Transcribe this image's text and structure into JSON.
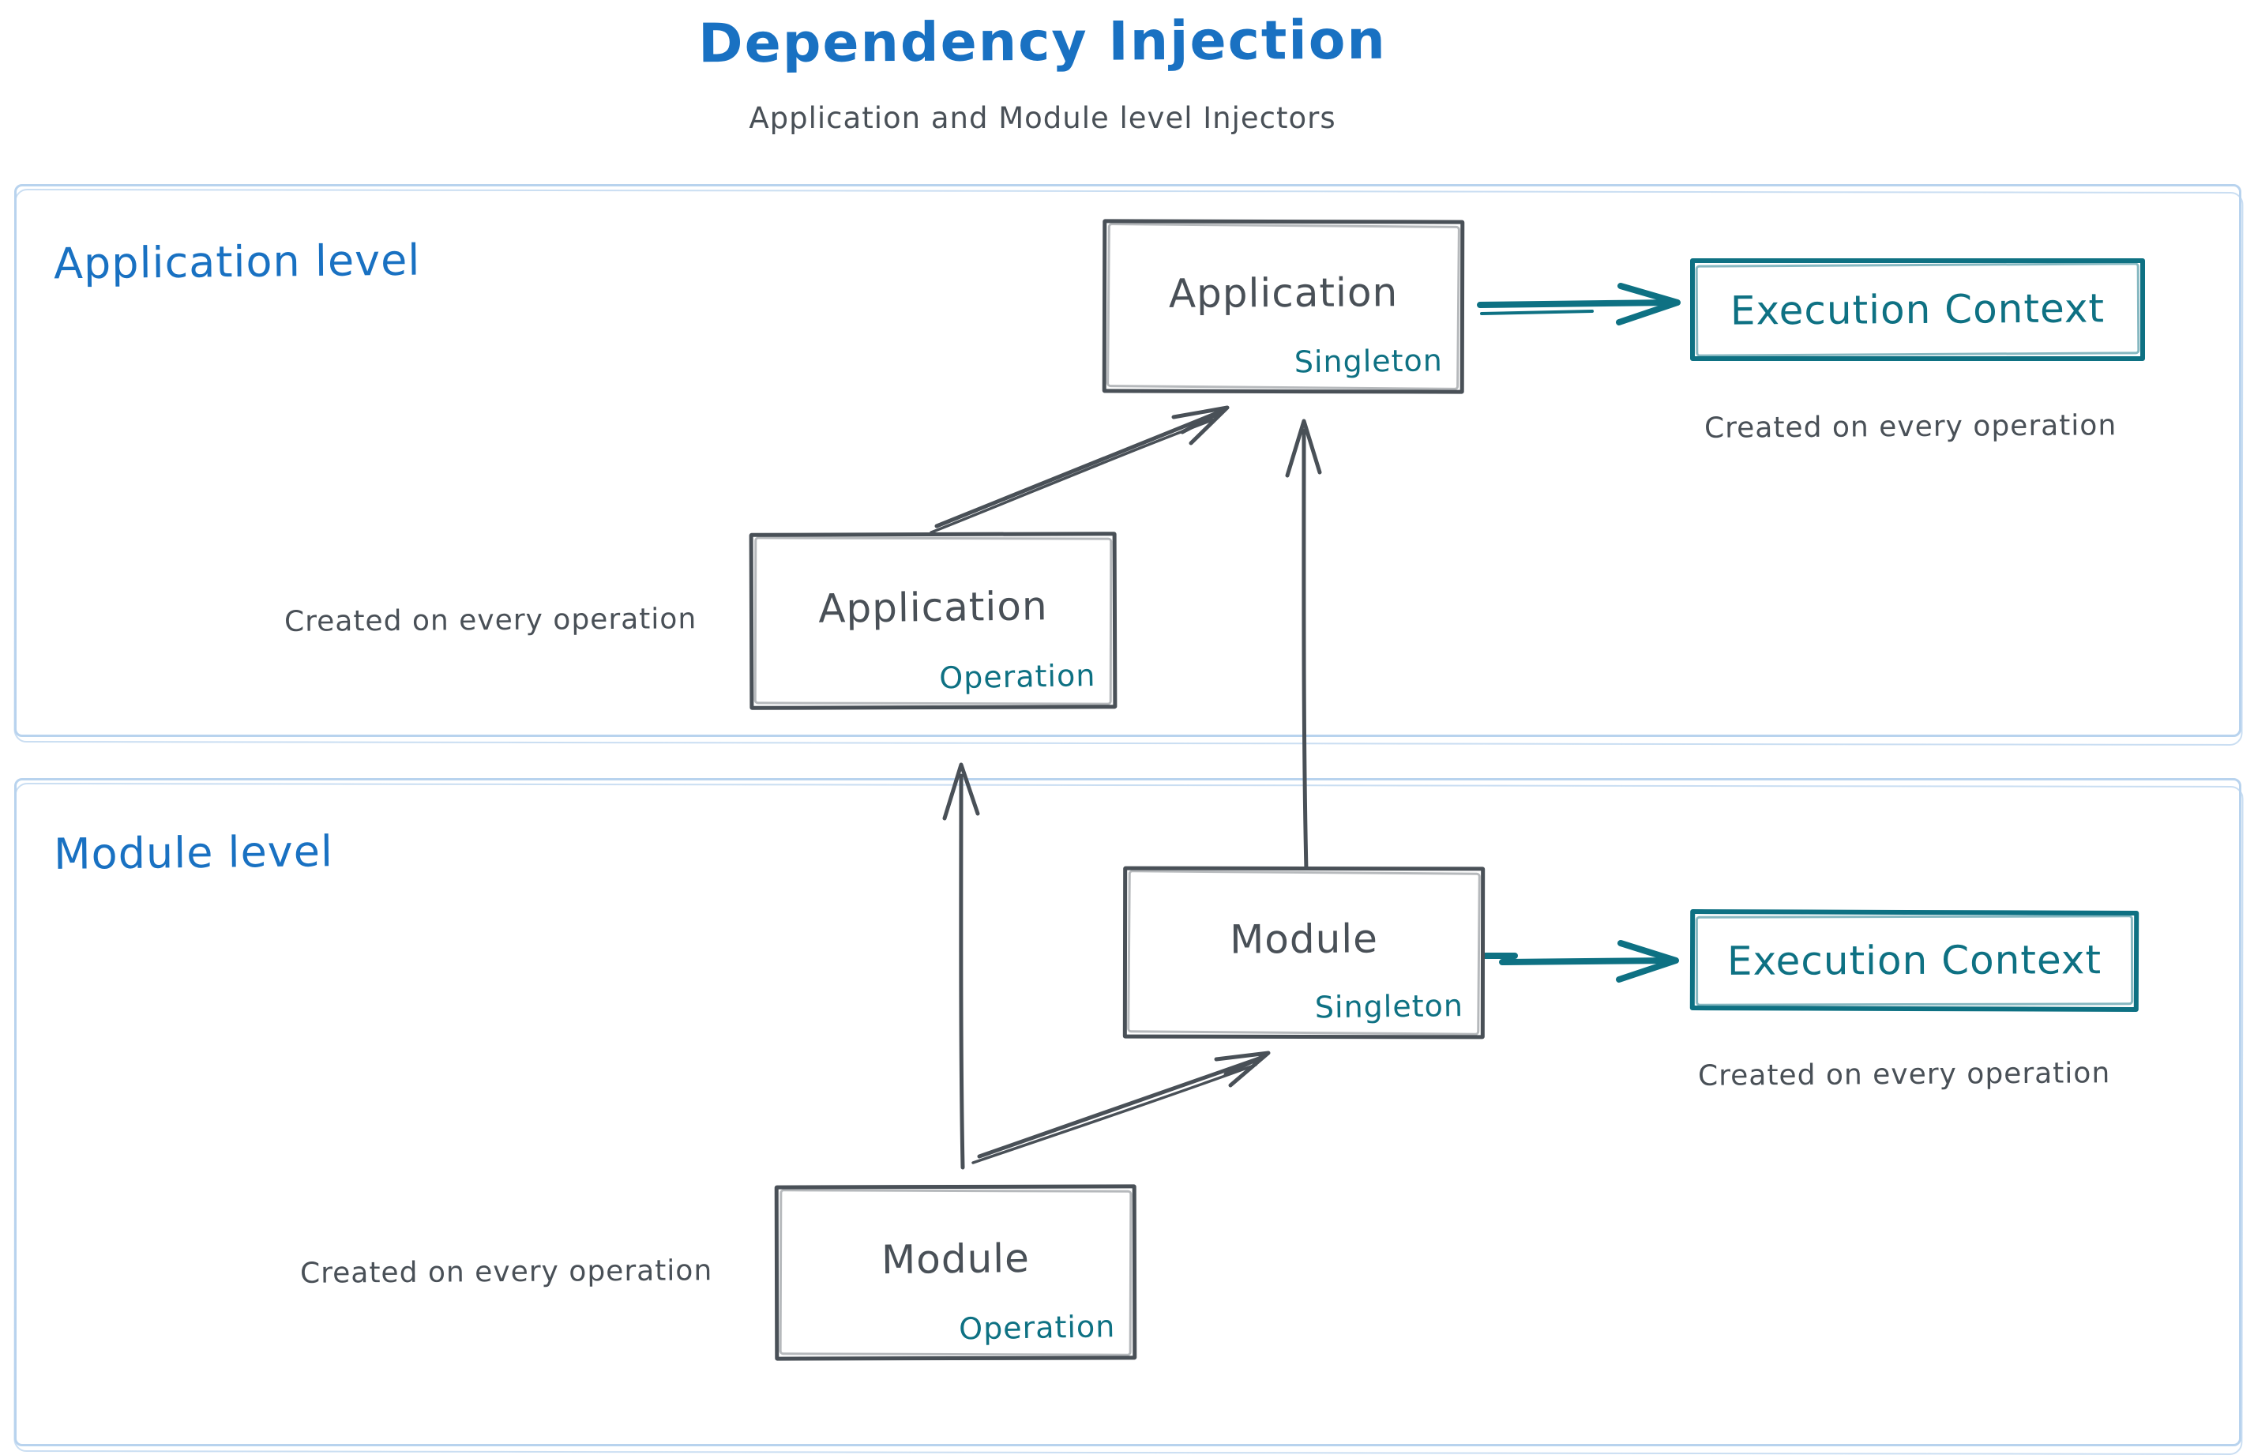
{
  "header": {
    "title": "Dependency Injection",
    "subtitle": "Application and Module level Injectors"
  },
  "colors": {
    "blue": "#1971c2",
    "dark": "#495057",
    "teal": "#0e7183",
    "container_border": "#b8d3ee"
  },
  "application_level": {
    "label": "Application level",
    "singleton_box": {
      "name": "Application",
      "scope": "Singleton"
    },
    "operation_box": {
      "name": "Application",
      "scope": "Operation"
    },
    "operation_caption": "Created on every operation",
    "execution_context": {
      "label": "Execution Context",
      "caption": "Created on every operation"
    }
  },
  "module_level": {
    "label": "Module level",
    "singleton_box": {
      "name": "Module",
      "scope": "Singleton"
    },
    "operation_box": {
      "name": "Module",
      "scope": "Operation"
    },
    "operation_caption": "Created on every operation",
    "execution_context": {
      "label": "Execution Context",
      "caption": "Created on every operation"
    }
  }
}
